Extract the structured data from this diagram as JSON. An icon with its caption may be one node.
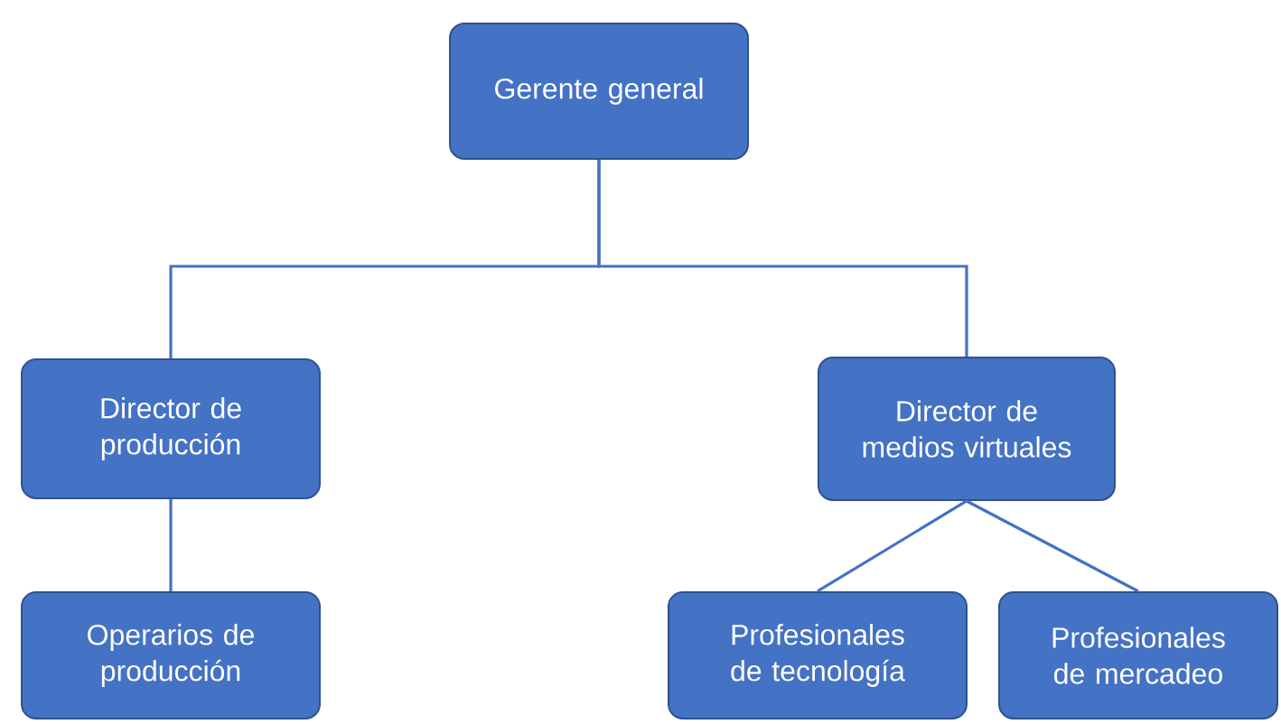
{
  "diagram": {
    "nodes": [
      {
        "text": [
          "Gerente general"
        ]
      },
      {
        "text": [
          "Director de producción"
        ]
      },
      {
        "text": [
          "Director de medios virtuales"
        ]
      },
      {
        "text": [
          "Operarios de producción"
        ]
      },
      {
        "text": [
          "Profesionales de tecnología"
        ]
      },
      {
        "text": [
          "Profesionales de mercadeo"
        ]
      }
    ],
    "edges": [
      {
        "from": 0,
        "to": 1,
        "arrow": "none"
      },
      {
        "from": 0,
        "to": 2,
        "arrow": "none"
      },
      {
        "from": 1,
        "to": 3,
        "arrow": "none"
      },
      {
        "from": 2,
        "to": 4,
        "arrow": "none"
      },
      {
        "from": 2,
        "to": 5,
        "arrow": "none"
      }
    ]
  }
}
